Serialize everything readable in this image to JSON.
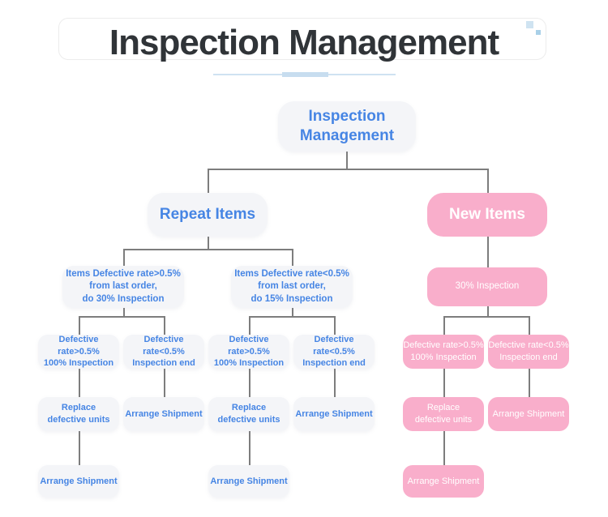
{
  "header": {
    "title": "Inspection Management"
  },
  "colors": {
    "blue": "#4685e4",
    "pink": "#f9aecb",
    "node_bg": "#f4f5f8",
    "line": "#7d7d7d",
    "title": "#303438",
    "underline": "#cfe2f1",
    "underline_bold": "#c7ddef",
    "square_light": "#cfe3f1",
    "square_dark": "#a9d0e8"
  },
  "nodes": {
    "root": "Inspection\nManagement",
    "repeat_items": "Repeat Items",
    "new_items": "New Items",
    "repeat_high": "Items Defective rate>0.5%\nfrom last order,\ndo 30% Inspection",
    "repeat_low": "Items Defective rate<0.5%\nfrom last order,\ndo 15% Inspection",
    "new_inspection": "30% Inspection",
    "repeat_high_gt": "Defective rate>0.5%\n100% Inspection",
    "repeat_high_lt": "Defective rate<0.5%\nInspection end",
    "repeat_low_gt": "Defective rate>0.5%\n100% Inspection",
    "repeat_low_lt": "Defective rate<0.5%\nInspection end",
    "new_gt": "Defective rate>0.5%\n100% Inspection",
    "new_lt": "Defective rate<0.5%\nInspection end",
    "repeat_high_replace": "Replace\ndefective units",
    "repeat_high_ship": "Arrange Shipment",
    "repeat_low_replace": "Replace\ndefective units",
    "repeat_low_ship": "Arrange Shipment",
    "new_replace": "Replace\ndefective units",
    "new_ship": "Arrange Shipment",
    "repeat_high_ship_final": "Arrange Shipment",
    "repeat_low_ship_final": "Arrange Shipment",
    "new_ship_final": "Arrange Shipment"
  }
}
